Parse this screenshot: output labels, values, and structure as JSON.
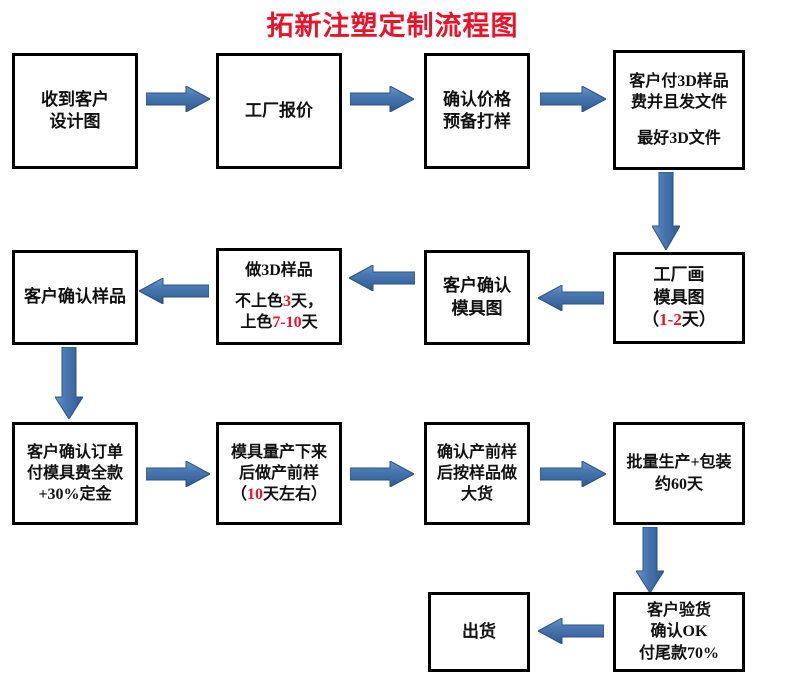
{
  "title": "拓新注塑定制流程图",
  "colors": {
    "title_red": "#E8142A",
    "highlight_red": "#E8142A",
    "arrow_blue": "#3E6CA8",
    "arrow_blue_light": "#5A8CC4",
    "box_border": "#000000",
    "box_fill": "#FFFFFF",
    "text": "#111111"
  },
  "nodes": {
    "n1": {
      "lines": [
        "收到客户",
        "设计图"
      ]
    },
    "n2": {
      "lines": [
        "工厂报价"
      ]
    },
    "n3": {
      "lines": [
        "确认价格",
        "预备打样"
      ]
    },
    "n4": {
      "lines": [
        "客户付3D样品",
        "费并且发文件",
        "",
        "最好3D文件"
      ]
    },
    "n5": {
      "lines": [
        "工厂画",
        "模具图",
        "（1-2天）"
      ],
      "highlight": "1-2"
    },
    "n6": {
      "lines": [
        "客户确认",
        "模具图"
      ]
    },
    "n7": {
      "lines": [
        "做3D样品",
        "",
        "不上色3天，",
        "上色7-10天"
      ],
      "highlight": [
        "3",
        "7-10"
      ]
    },
    "n8": {
      "lines": [
        "客户确认样品"
      ]
    },
    "n9": {
      "lines": [
        "客户确认订单",
        "付模具费全款",
        "+30%定金"
      ]
    },
    "n10": {
      "lines": [
        "模具量产下来",
        "后做产前样",
        "（10天左右）"
      ],
      "highlight": "10"
    },
    "n11": {
      "lines": [
        "确认产前样",
        "后按样品做",
        "大货"
      ]
    },
    "n12": {
      "lines": [
        "批量生产+包装",
        "约60天"
      ]
    },
    "n13": {
      "lines": [
        "客户验货",
        "确认OK",
        "付尾款70%"
      ]
    },
    "n14": {
      "lines": [
        "出货"
      ]
    }
  },
  "node_text": {
    "n1_l1": "收到客户",
    "n1_l2": "设计图",
    "n2_l1": "工厂报价",
    "n3_l1": "确认价格",
    "n3_l2": "预备打样",
    "n4_l1": "客户付3D样品",
    "n4_l2": "费并且发文件",
    "n4_l3": "最好3D文件",
    "n5_l1": "工厂画",
    "n5_l2": "模具图",
    "n5_l3_pre": "（",
    "n5_l3_red": "1-2",
    "n5_l3_post": "天）",
    "n6_l1": "客户确认",
    "n6_l2": "模具图",
    "n7_l1": "做3D样品",
    "n7_l2_pre": "不上色",
    "n7_l2_red": "3",
    "n7_l2_post": "天，",
    "n7_l3_pre": "上色",
    "n7_l3_red": "7-10",
    "n7_l3_post": "天",
    "n8_l1": "客户确认样品",
    "n9_l1": "客户确认订单",
    "n9_l2": "付模具费全款",
    "n9_l3": "+30%定金",
    "n10_l1": "模具量产下来",
    "n10_l2": "后做产前样",
    "n10_l3_pre": "（",
    "n10_l3_red": "10",
    "n10_l3_post": "天左右）",
    "n11_l1": "确认产前样",
    "n11_l2": "后按样品做",
    "n11_l3": "大货",
    "n12_l1": "批量生产+包装",
    "n12_l2": "约60天",
    "n13_l1": "客户验货",
    "n13_l2": "确认OK",
    "n13_l3": "付尾款70%",
    "n14_l1": "出货"
  },
  "connectors": [
    {
      "name": "arrow-n1-to-n2",
      "direction": "right"
    },
    {
      "name": "arrow-n2-to-n3",
      "direction": "right"
    },
    {
      "name": "arrow-n3-to-n4",
      "direction": "right"
    },
    {
      "name": "arrow-n4-to-n5",
      "direction": "down"
    },
    {
      "name": "arrow-n5-to-n6",
      "direction": "left"
    },
    {
      "name": "arrow-n6-to-n7",
      "direction": "left"
    },
    {
      "name": "arrow-n7-to-n8",
      "direction": "left"
    },
    {
      "name": "arrow-n8-to-n9",
      "direction": "down"
    },
    {
      "name": "arrow-n9-to-n10",
      "direction": "right"
    },
    {
      "name": "arrow-n10-to-n11",
      "direction": "right"
    },
    {
      "name": "arrow-n11-to-n12",
      "direction": "right"
    },
    {
      "name": "arrow-n12-to-n13",
      "direction": "down"
    },
    {
      "name": "arrow-n13-to-n14",
      "direction": "left"
    }
  ]
}
